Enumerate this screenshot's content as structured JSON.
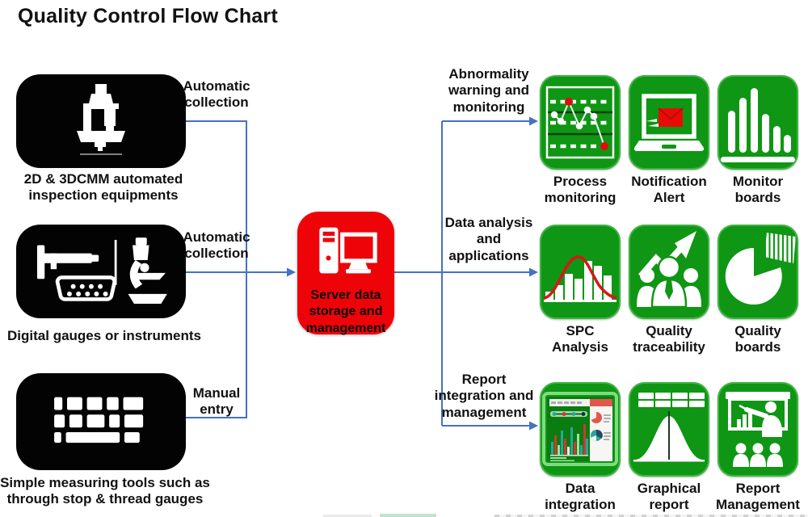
{
  "title": "Quality Control Flow Chart",
  "colors": {
    "node_green": "#0f9614",
    "node_red": "#ee0309",
    "node_black": "#030303",
    "connector_blue": "#4472c4",
    "text": "#111111"
  },
  "sources": [
    {
      "icon": "cmm-machine-icon",
      "caption": "2D & 3DCMM automated\ninspection equipments",
      "method": "Automatic\ncollection"
    },
    {
      "icon": "digital-gauges-icon",
      "caption": "Digital gauges or instruments",
      "method": "Automatic\ncollection"
    },
    {
      "icon": "keyboard-icon",
      "caption": "Simple measuring tools such as\nthrough stop & thread gauges",
      "method": "Manual\nentry"
    }
  ],
  "server": {
    "icon": "computer-icon",
    "label": "Server data\nstorage and\nmanagement"
  },
  "branches": [
    {
      "label": "Abnormality\nwarning and\nmonitoring",
      "items": [
        {
          "icon": "control-chart-icon",
          "caption": "Process\nmonitoring"
        },
        {
          "icon": "laptop-mail-icon",
          "caption": "Notification\nAlert"
        },
        {
          "icon": "bar-chart-icon",
          "caption": "Monitor\nboards"
        }
      ]
    },
    {
      "label": "Data analysis\nand\napplications",
      "items": [
        {
          "icon": "histogram-curve-icon",
          "caption": "SPC\nAnalysis"
        },
        {
          "icon": "people-growth-icon",
          "caption": "Quality\ntraceability"
        },
        {
          "icon": "pie-chart-icon",
          "caption": "Quality\nboards"
        }
      ]
    },
    {
      "label": "Report\nintegration and\nmanagement",
      "items": [
        {
          "icon": "dashboard-icon",
          "caption": "Data\nintegration"
        },
        {
          "icon": "bell-curve-icon",
          "caption": "Graphical\nreport"
        },
        {
          "icon": "presenter-icon",
          "caption": "Report\nManagement"
        }
      ]
    }
  ]
}
